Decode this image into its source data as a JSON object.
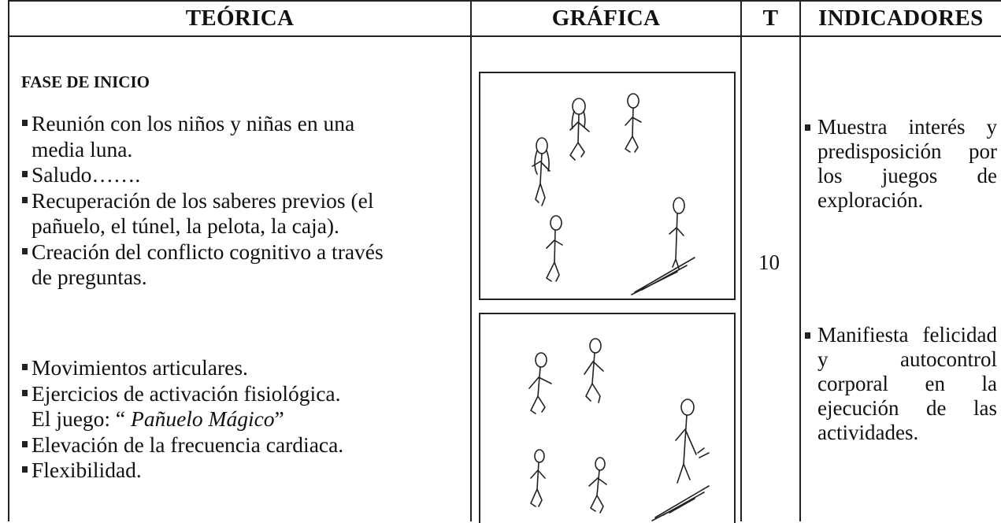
{
  "headers": {
    "teorica": "TEÓRICA",
    "grafica": "GRÁFICA",
    "t": "T",
    "indicadores": "INDICADORES"
  },
  "phase_title": "FASE DE INICIO",
  "steps_group1": [
    {
      "line1": "Reunión con los niños y niñas  en una",
      "line2": "media luna."
    },
    {
      "line1": "Saludo……."
    },
    {
      "line1": "Recuperación de los saberes previos (el",
      "line2": "pañuelo, el túnel, la pelota, la caja)."
    },
    {
      "line1": "Creación del conflicto cognitivo a través",
      "line2": "de preguntas."
    }
  ],
  "steps_group2": [
    {
      "line1": "Movimientos articulares."
    },
    {
      "line1": "Ejercicios  de activación fisiológica.",
      "line2_prefix": "El juego: “ ",
      "line2_italic": "Pañuelo Mágico",
      "line2_suffix": "”"
    },
    {
      "line1": "Elevación de la frecuencia cardiaca."
    },
    {
      "line1": "Flexibilidad."
    }
  ],
  "time_value": "10",
  "indicators": [
    "Muestra interés y predisposición por los juegos de exploración.",
    "Manifiesta felicidad y autocontrol corporal en la ejecución de las actividades."
  ]
}
